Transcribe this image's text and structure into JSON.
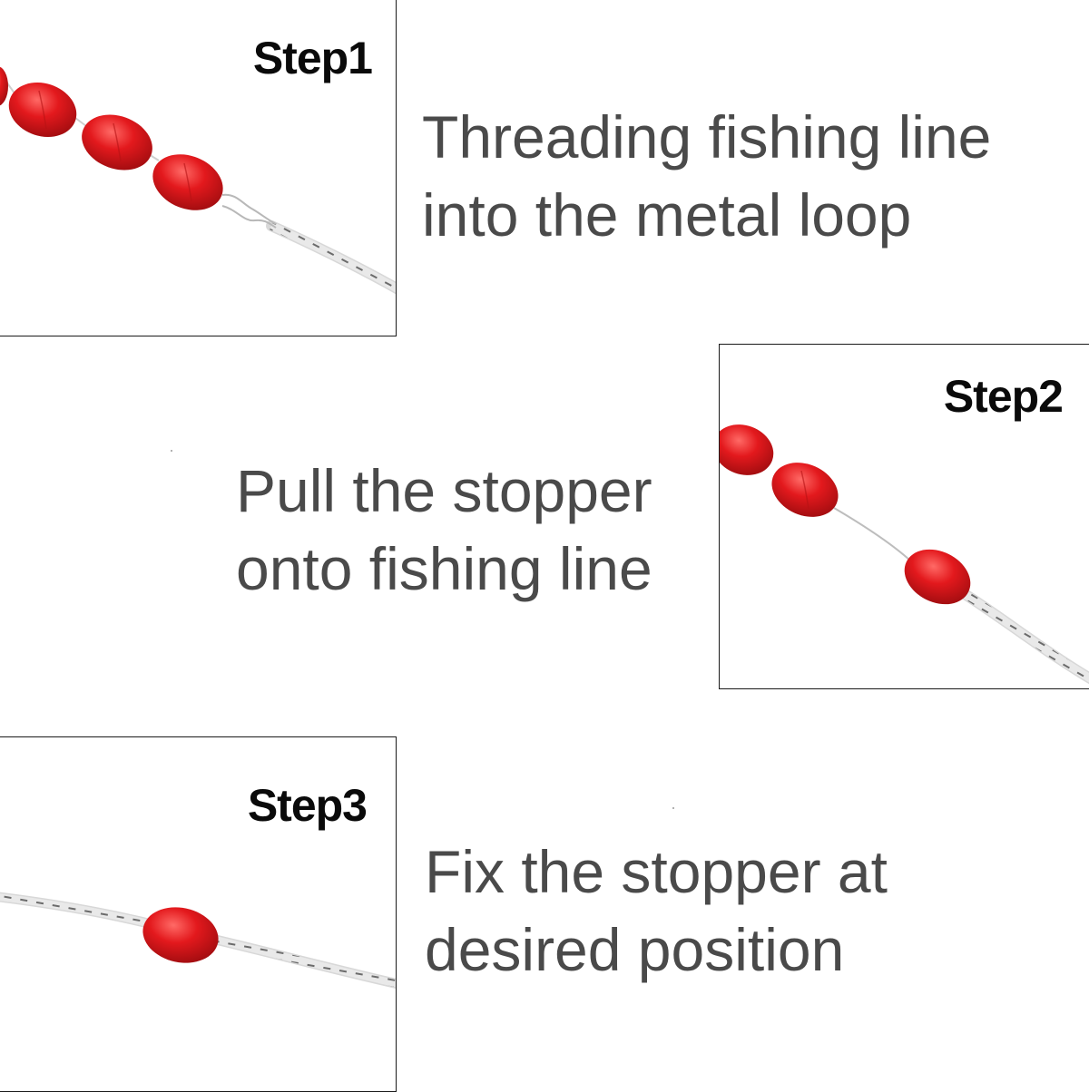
{
  "steps": [
    {
      "label": "Step1",
      "caption_lines": [
        "Threading fishing line",
        "into the metal loop"
      ]
    },
    {
      "label": "Step2",
      "caption_lines": [
        "Pull the stopper",
        "onto fishing line"
      ]
    },
    {
      "label": "Step3",
      "caption_lines": [
        "Fix the stopper at",
        "desired position"
      ]
    }
  ],
  "colors": {
    "bead_red": "#e0181c",
    "caption_text": "#4a4a4a",
    "label_text": "#0a0a0a",
    "border": "#1a1a1a"
  }
}
